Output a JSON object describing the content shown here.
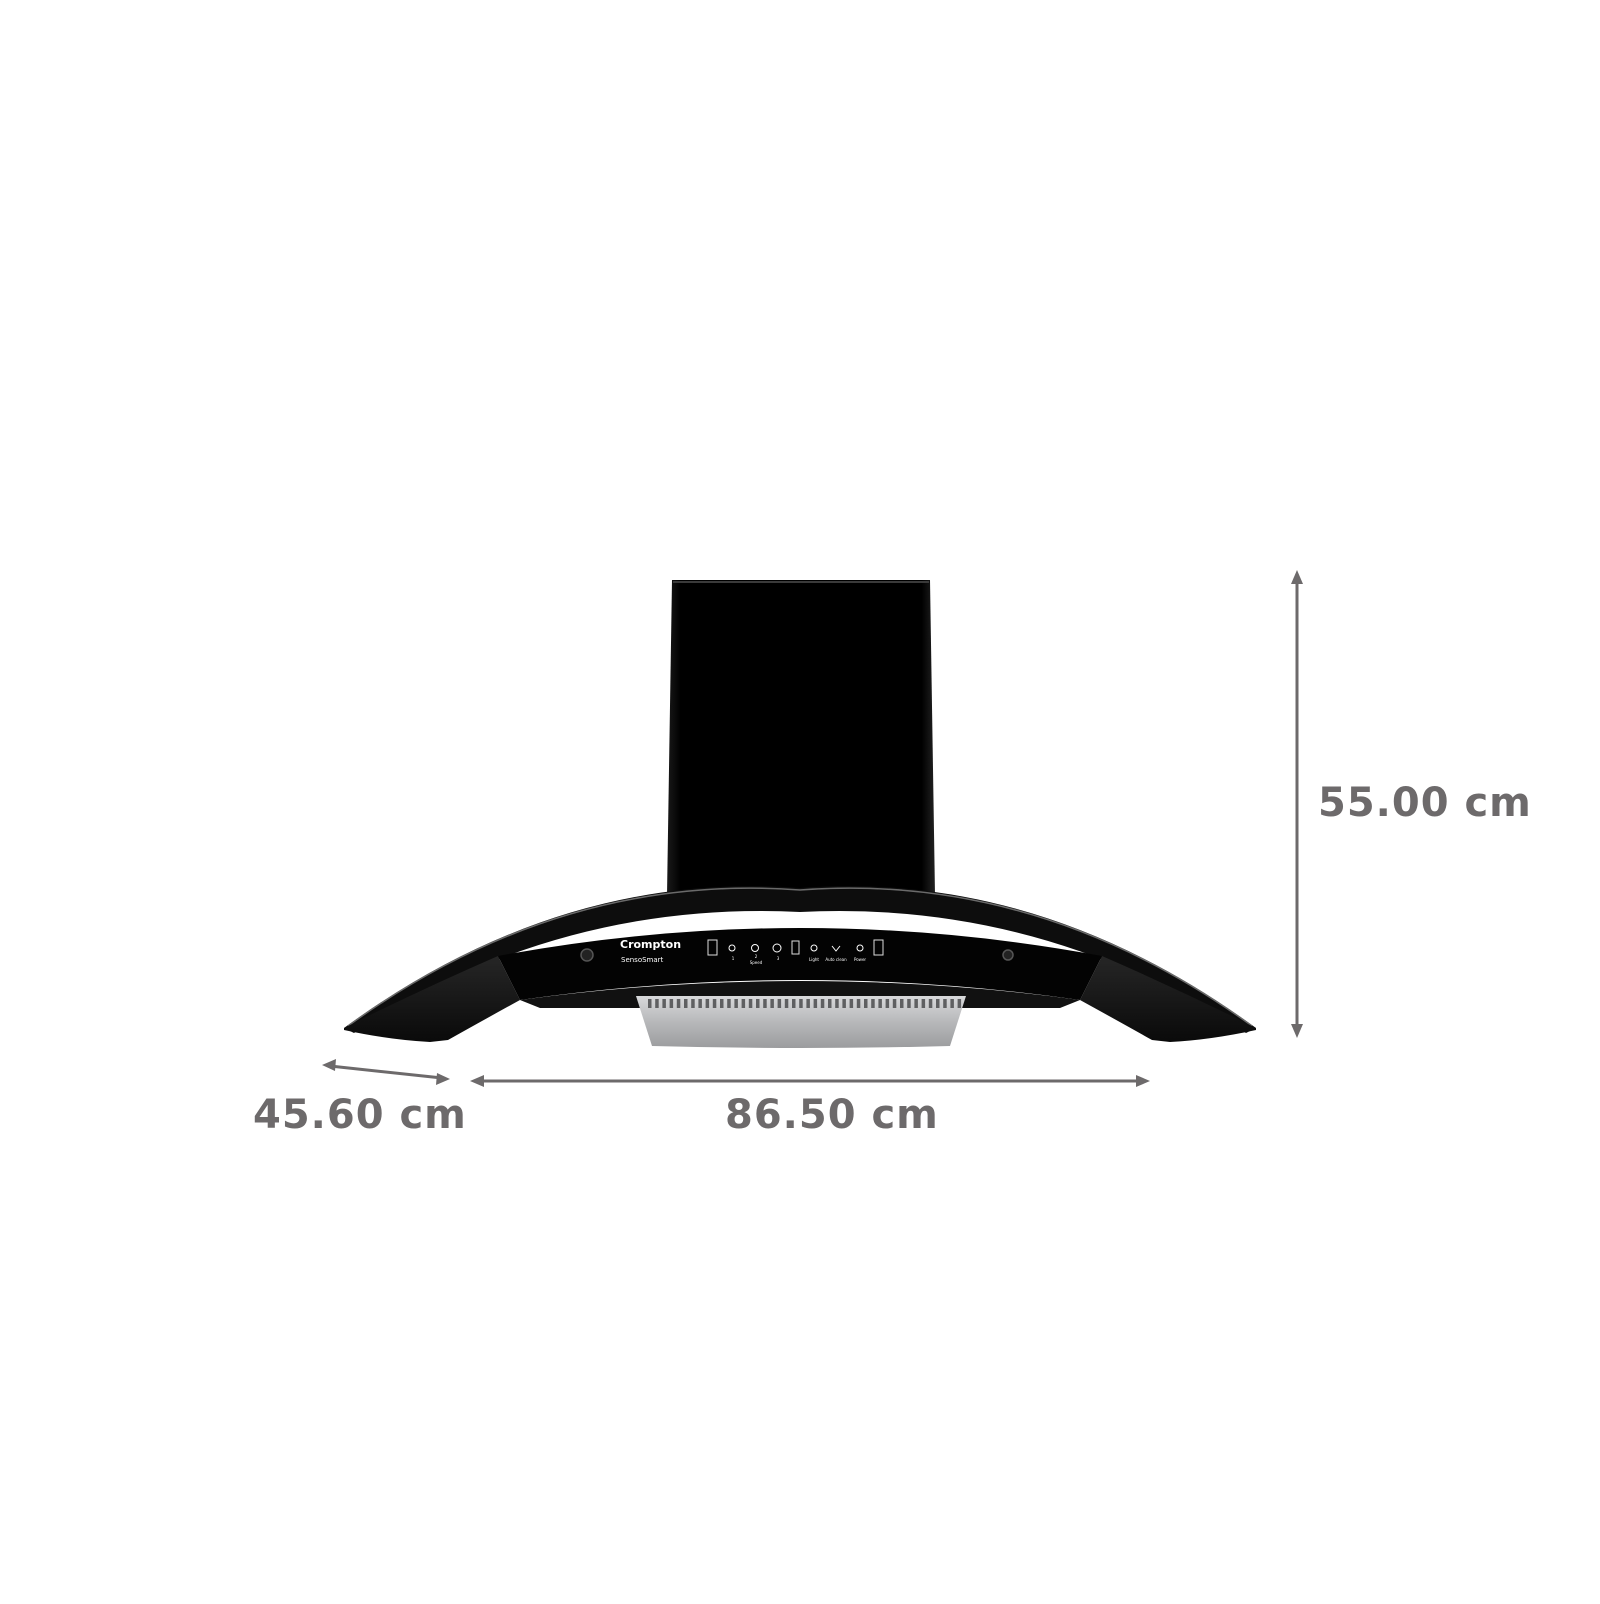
{
  "product": {
    "brand": "Crompton",
    "model": "SensoSmart",
    "body_color": "#050505",
    "filter_color": "#c9cacc"
  },
  "control_panel": {
    "labels": [
      "Speed",
      "Light",
      "Auto clean",
      "Power"
    ],
    "speed_steps": [
      "1",
      "2",
      "3"
    ]
  },
  "dimensions": {
    "height": "55.00 cm",
    "depth": "45.60 cm",
    "width": "86.50 cm",
    "arrow_color": "#6d6a6b"
  }
}
